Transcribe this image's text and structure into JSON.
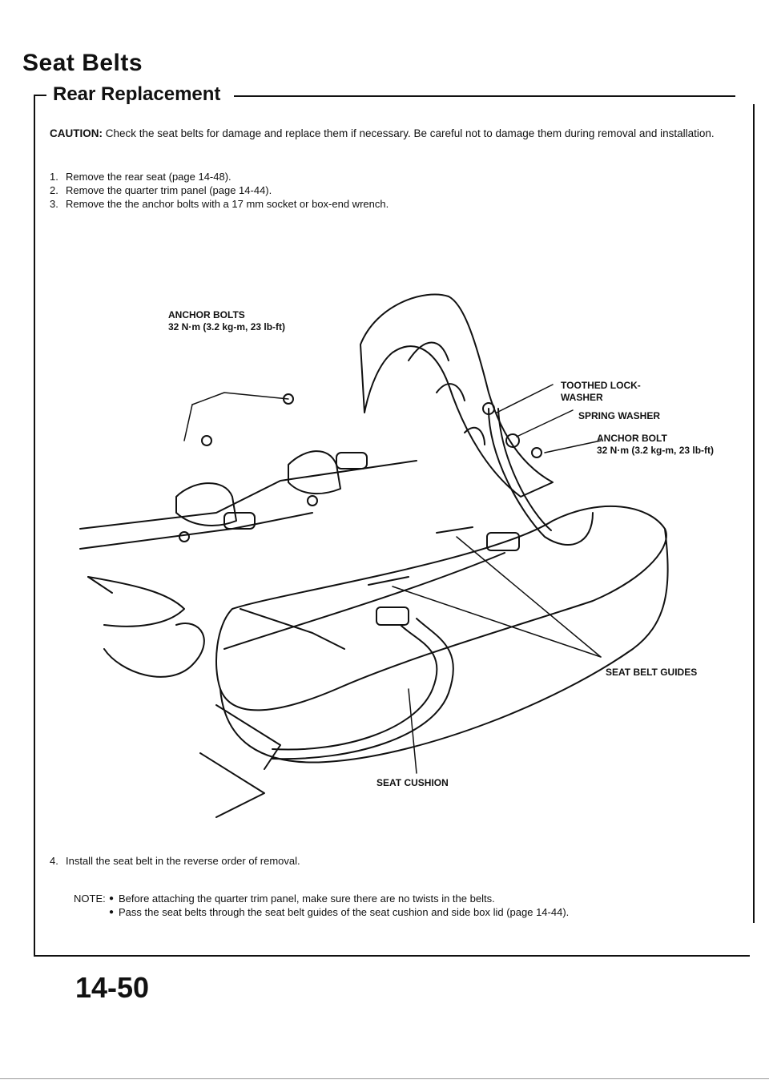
{
  "page_title": "Seat Belts",
  "section_title": "Rear Replacement",
  "caution": {
    "label": "CAUTION:",
    "text": "Check the seat belts for damage and replace them if necessary. Be careful not to damage them during removal and installation."
  },
  "steps": [
    {
      "num": "1.",
      "text": "Remove the rear seat (page 14-48)."
    },
    {
      "num": "2.",
      "text": "Remove the quarter trim panel (page 14-44)."
    },
    {
      "num": "3.",
      "text": "Remove the the anchor bolts with a 17 mm socket or box-end wrench."
    }
  ],
  "callouts": {
    "anchor_bolts_label": "ANCHOR BOLTS",
    "anchor_bolts_torque": "32 N·m (3.2 kg-m, 23 lb-ft)",
    "toothed_lockwasher": "TOOTHED LOCK-",
    "toothed_lockwasher_2": "WASHER",
    "spring_washer": "SPRING WASHER",
    "anchor_bolt_label": "ANCHOR BOLT",
    "anchor_bolt_torque": "32 N·m (3.2 kg-m, 23 lb-ft)",
    "seat_belt_guides": "SEAT BELT GUIDES",
    "seat_cushion": "SEAT CUSHION"
  },
  "step4": {
    "num": "4.",
    "text": "Install the seat belt in the reverse order of removal."
  },
  "note": {
    "label": "NOTE:",
    "items": [
      "Before attaching the quarter trim panel, make sure there are no twists in the belts.",
      "Pass the seat belts through the seat belt guides of the seat cushion and side box lid (page 14-44)."
    ]
  },
  "page_number": "14-50"
}
